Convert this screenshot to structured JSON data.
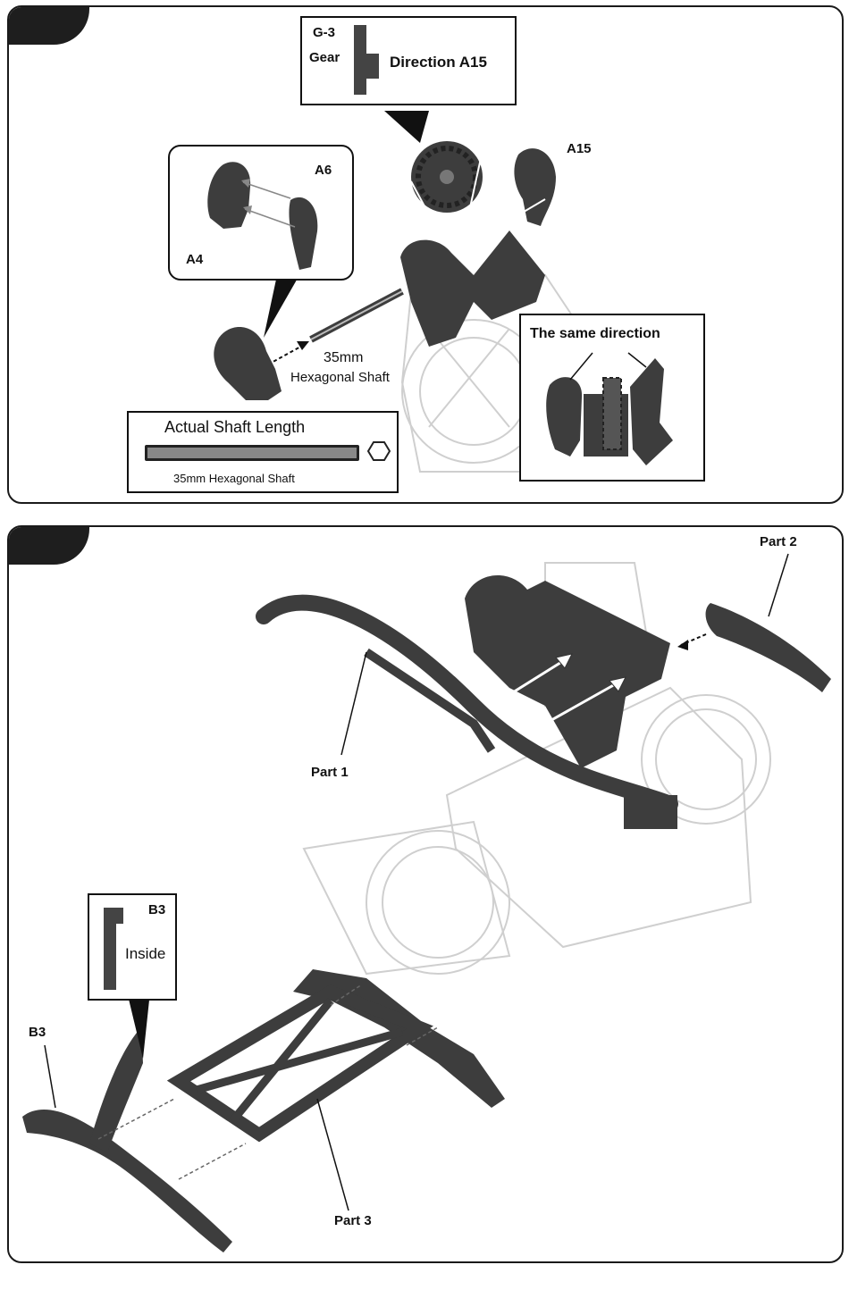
{
  "step1": {
    "callout_gear": {
      "code": "G-3",
      "gear": "Gear",
      "direction": "Direction A15"
    },
    "label_a15": "A15",
    "label_a6": "A6",
    "label_a4": "A4",
    "shaft_label_1": "35mm",
    "shaft_label_2": "Hexagonal Shaft",
    "same_direction": "The same direction",
    "actual_shaft_title": "Actual Shaft Length",
    "actual_shaft_caption": "35mm Hexagonal Shaft"
  },
  "step2": {
    "label_part1": "Part 1",
    "label_part2": "Part 2",
    "label_part3": "Part 3",
    "label_b3": "B3",
    "callout_b3": {
      "code": "B3",
      "text": "Inside"
    }
  },
  "colors": {
    "part": "#3d3d3d",
    "line_art": "#cfcfcf",
    "border": "#1a1a1a"
  }
}
